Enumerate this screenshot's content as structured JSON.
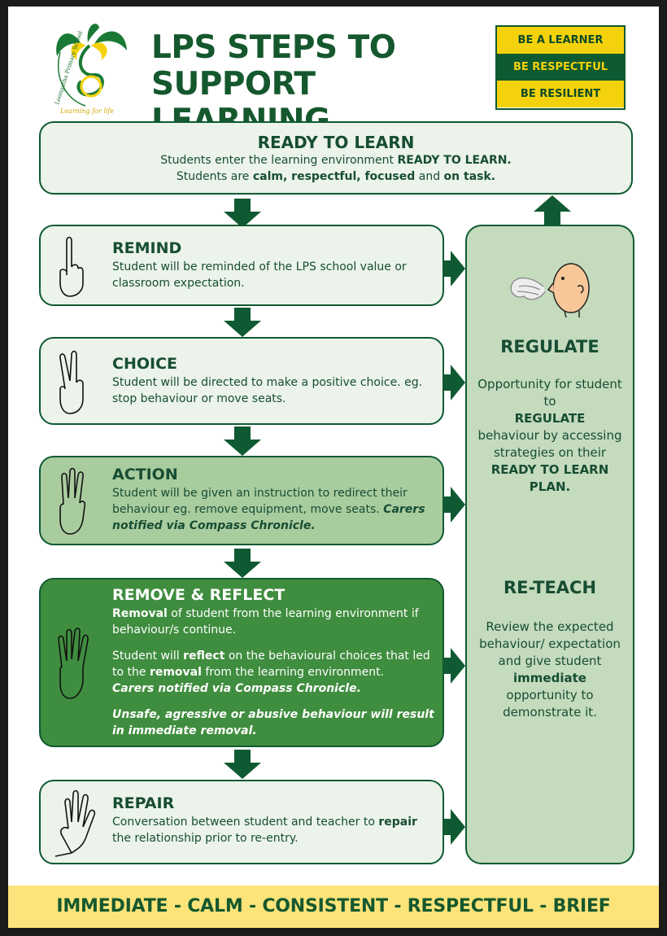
{
  "logo": {
    "school_name": "Leongatha Primary School",
    "motto": "Learning for life"
  },
  "header": {
    "title_line1": "LPS STEPS TO",
    "title_line2": "SUPPORT LEARNING"
  },
  "values": [
    "BE A LEARNER",
    "BE RESPECTFUL",
    "BE RESILIENT"
  ],
  "ready": {
    "title": "READY TO LEARN",
    "line1_pre": "Students enter the learning environment ",
    "line1_bold": "READY TO LEARN.",
    "line2_pre": "Students are ",
    "line2_bold1": "calm, respectful, focused",
    "line2_mid": " and ",
    "line2_bold2": "on task."
  },
  "steps": {
    "remind": {
      "title": "REMIND",
      "text": "Student will be reminded  of the LPS school value or classroom expectation."
    },
    "choice": {
      "title": "CHOICE",
      "text": "Student will be directed to make a positive choice. eg. stop behaviour or move seats."
    },
    "action": {
      "title": "ACTION",
      "text": "Student will be given  an instruction to redirect their behaviour eg. remove equipment, move seats. ",
      "carers": "Carers notified via Compass Chronicle."
    },
    "remove": {
      "title": "REMOVE & REFLECT",
      "p1_bold": "Removal",
      "p1_rest": " of student from the learning environment if behaviour/s continue.",
      "p2_pre": "Student will ",
      "p2_bold1": "reflect",
      "p2_mid": " on the behavioural choices that led to the ",
      "p2_bold2": "removal",
      "p2_post": "  from the learning environment.",
      "p2_carers": "Carers notified via Compass Chronicle.",
      "p3": "Unsafe, agressive or abusive behaviour will result in immediate removal."
    },
    "repair": {
      "title": "REPAIR",
      "text_pre": "Conversation between student and teacher to ",
      "text_bold": "repair",
      "text_post": " the relationship prior to re-entry."
    }
  },
  "sidebar": {
    "regulate_title": "REGULATE",
    "regulate_1": "Opportunity for student to",
    "regulate_bold": "REGULATE",
    "regulate_2": "behaviour by accessing strategies on their",
    "regulate_bold2": "READY TO LEARN PLAN.",
    "reteach_title": "RE-TEACH",
    "reteach_1": "Review the expected behaviour/ expectation and give student",
    "reteach_bold": "immediate",
    "reteach_2": "opportunity to demonstrate it."
  },
  "footer": "IMMEDIATE - CALM - CONSISTENT - RESPECTFUL - BRIEF",
  "colors": {
    "dark_green": "#0f5a32",
    "yellow": "#f4d20b",
    "light_box": "#ebf3ea",
    "medium_box": "#a9cc9f",
    "dark_box": "#3f8d3e",
    "sidebar": "#c4dbbd",
    "footer": "#fde47a"
  }
}
